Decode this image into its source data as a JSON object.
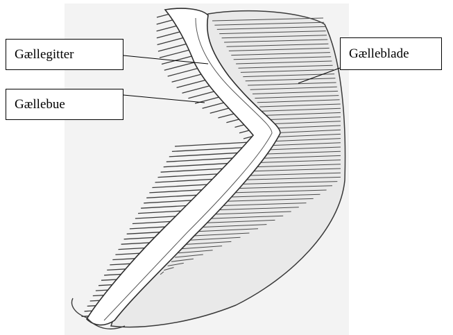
{
  "labels": {
    "gill_rakers": "Gællegitter",
    "gill_arch": "Gællebue",
    "gill_filaments": "Gælleblade"
  },
  "colors": {
    "background": "#ffffff",
    "photo_background": "#f2f2f2",
    "ink": "#3a3a3a",
    "label_border": "#000000"
  }
}
